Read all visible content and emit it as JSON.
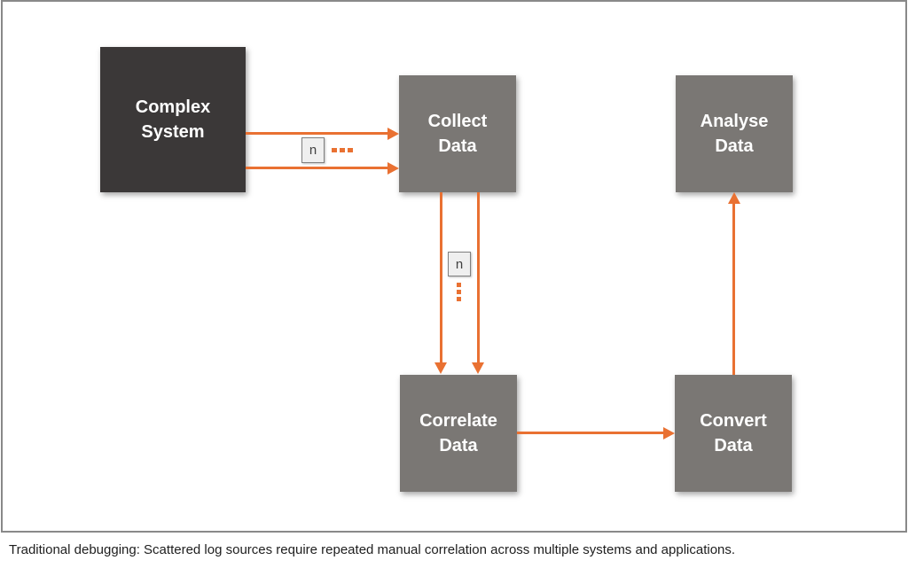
{
  "diagram": {
    "type": "flowchart",
    "nodes": {
      "complex_system": {
        "line1": "Complex",
        "line2": "System"
      },
      "collect_data": {
        "line1": "Collect",
        "line2": "Data"
      },
      "analyse_data": {
        "line1": "Analyse",
        "line2": "Data"
      },
      "correlate_data": {
        "line1": "Correlate",
        "line2": "Data"
      },
      "convert_data": {
        "line1": "Convert",
        "line2": "Data"
      }
    },
    "edge_labels": {
      "sources_count": "n",
      "streams_count": "n"
    },
    "edges": [
      {
        "from": "complex_system",
        "to": "collect_data",
        "label": "n",
        "style": "two parallel arrows with ellipsis (n-many)"
      },
      {
        "from": "collect_data",
        "to": "correlate_data",
        "label": "n",
        "style": "two parallel arrows with ellipsis (n-many)"
      },
      {
        "from": "correlate_data",
        "to": "convert_data",
        "label": "",
        "style": "single arrow"
      },
      {
        "from": "convert_data",
        "to": "analyse_data",
        "label": "",
        "style": "single arrow"
      }
    ],
    "caption": "Traditional debugging: Scattered log sources require repeated manual correlation across multiple systems and applications."
  },
  "colors": {
    "accent-orange": "#E97132",
    "node-dark": "#3B3838",
    "node-gray": "#7A7774",
    "frame-border": "#898989",
    "nbox-bg": "#EFEFEF",
    "nbox-border": "#808080",
    "nbox-text": "#404040",
    "caption-text": "#1E1E1E",
    "background": "#FFFFFF"
  }
}
